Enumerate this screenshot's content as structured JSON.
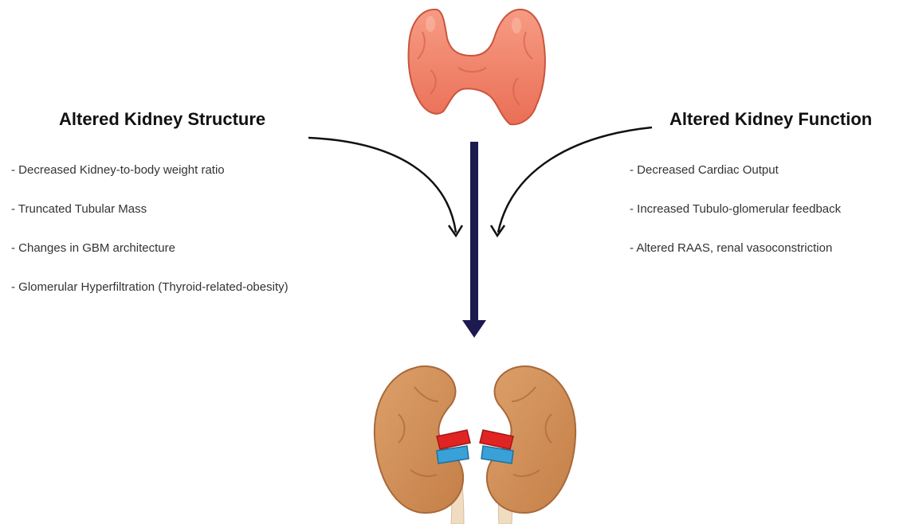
{
  "left_panel": {
    "heading": "Altered Kidney Structure",
    "items": [
      "- Decreased Kidney-to-body weight ratio",
      "- Truncated Tubular Mass",
      "- Changes in GBM architecture",
      "- Glomerular Hyperfiltration (Thyroid-related-obesity)"
    ]
  },
  "right_panel": {
    "heading": "Altered Kidney Function",
    "items": [
      "- Decreased Cardiac Output",
      "- Increased Tubulo-glomerular feedback",
      "- Altered RAAS, renal vasoconstriction"
    ]
  },
  "colors": {
    "thyroid": "#f4866f",
    "kidney": "#d4915a",
    "artery": "#e02424",
    "vein": "#3aa0d8",
    "ureter": "#f0dcc0",
    "main_arrow": "#1c1a4e",
    "curve_arrow": "#111111"
  }
}
